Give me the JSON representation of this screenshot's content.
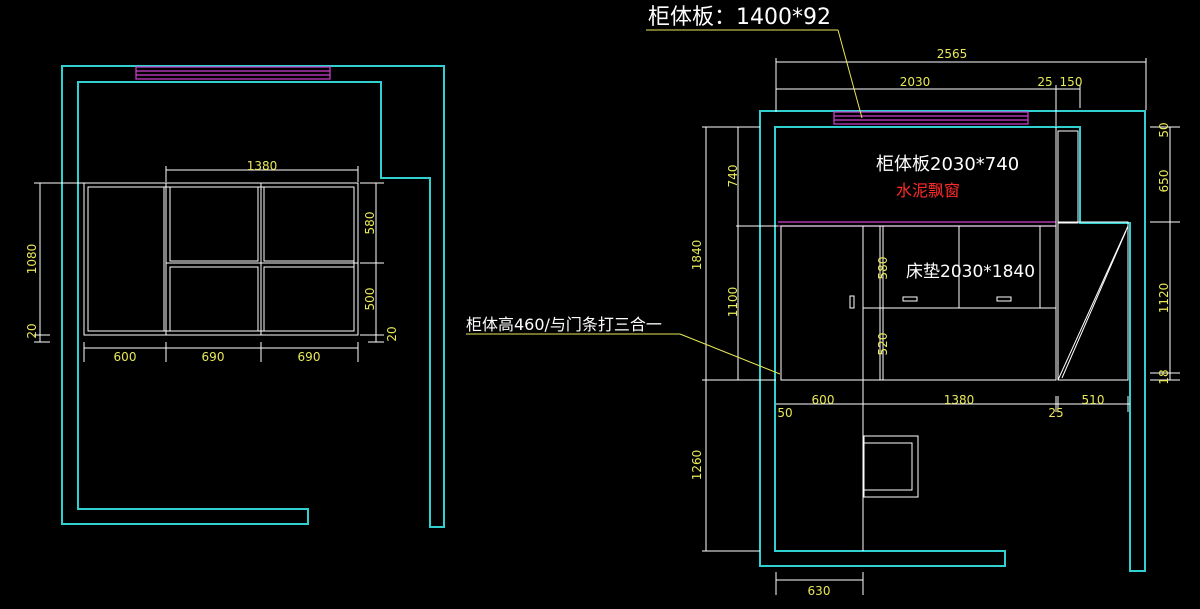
{
  "colors": {
    "background": "#000000",
    "wall": "#30d0d0",
    "furniture": "#ffffff",
    "dimension": "#ffffff",
    "dimension_text": "#e8e858",
    "window": "#d040d0",
    "annotation_text": "#ffffff",
    "highlight_text": "#ff2a2a",
    "leader": "#e8e858"
  },
  "left_plan": {
    "dim_top": "1380",
    "dims_bottom": [
      "600",
      "690",
      "690"
    ],
    "dims_left": [
      "1080",
      "20"
    ],
    "dims_right": [
      "580",
      "500",
      "20"
    ]
  },
  "right_plan": {
    "callout_top": "柜体板：1400*92",
    "cabinet_label": "柜体板2030*740",
    "window_label": "水泥飘窗",
    "mattress_label": "床垫2030*1840",
    "callout_left": "柜体高460/与门条打三合一",
    "dims_top": [
      "2565",
      "2030",
      "25",
      "150"
    ],
    "dims_left": [
      "740",
      "1840",
      "1100",
      "1260"
    ],
    "dims_inner": [
      "580",
      "520"
    ],
    "dims_right": [
      "50",
      "650",
      "1120",
      "18"
    ],
    "dims_mid": [
      "50",
      "600",
      "1380",
      "25",
      "510"
    ],
    "dim_bottom": "630"
  }
}
